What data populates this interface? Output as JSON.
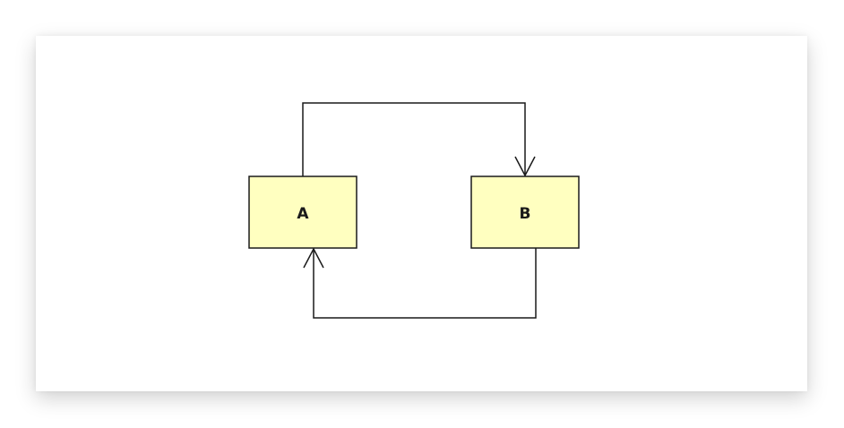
{
  "diagram": {
    "nodes": [
      {
        "id": "A",
        "label": "A",
        "fill": "#ffffc0"
      },
      {
        "id": "B",
        "label": "B",
        "fill": "#ffffc0"
      }
    ],
    "edges": [
      {
        "from": "A",
        "to": "B",
        "route": "over-top"
      },
      {
        "from": "B",
        "to": "A",
        "route": "under-bottom"
      }
    ],
    "colors": {
      "node_fill": "#ffffc0",
      "stroke": "#1a1a1a",
      "background": "#ffffff"
    }
  }
}
